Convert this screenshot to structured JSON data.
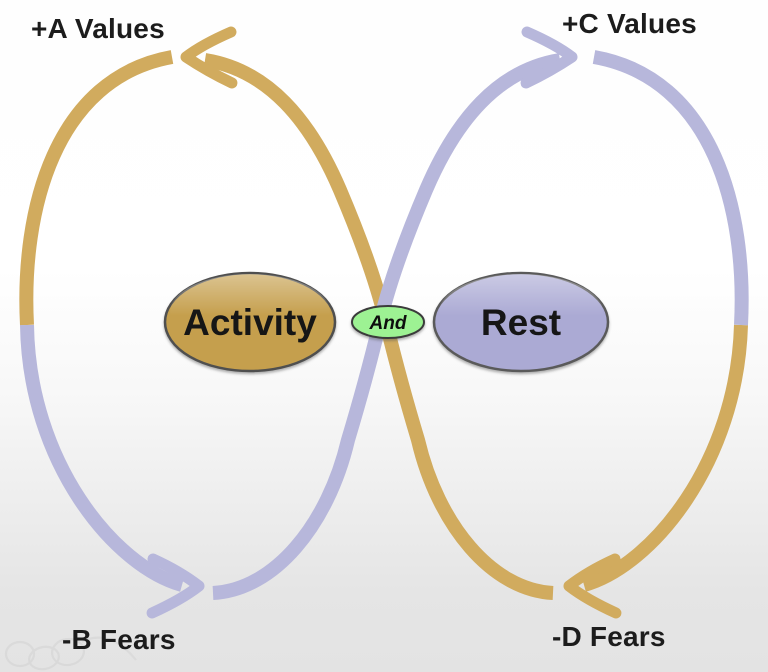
{
  "diagram": {
    "corner_labels": {
      "top_left": "+A Values",
      "top_right": "+C Values",
      "bottom_left": "-B Fears",
      "bottom_right": "-D Fears"
    },
    "nodes": {
      "activity": "Activity",
      "connector": "And",
      "rest": "Rest"
    },
    "colors": {
      "gold_loop": "#d1ab5e",
      "lavender_loop": "#b7b7db",
      "activity_fill": "#c59f4d",
      "rest_fill": "#abaad4",
      "and_fill": "#9df293",
      "node_outline": "#4f4f4f",
      "and_outline": "#3a3a3a",
      "label_text": "#1c1c1c",
      "background_top": "#ffffff",
      "background_bottom": "#e3e3e3",
      "watermark": "#d9d9d9"
    }
  }
}
